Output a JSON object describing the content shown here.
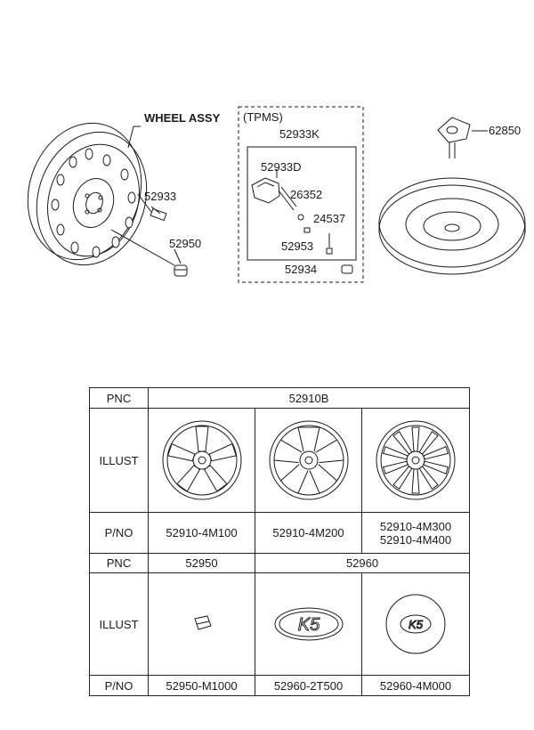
{
  "diagram": {
    "wheel_assy_label": "WHEEL ASSY",
    "tpms_label": "(TPMS)",
    "callouts": {
      "p52933K": "52933K",
      "p52933D": "52933D",
      "p26352": "26352",
      "p24537": "24537",
      "p52953": "52953",
      "p52934": "52934",
      "p52933": "52933",
      "p52950": "52950",
      "p62850": "62850"
    }
  },
  "table": {
    "row_labels": {
      "pnc": "PNC",
      "illust": "ILLUST",
      "pno": "P/NO"
    },
    "section1": {
      "pnc": "52910B",
      "part_numbers": [
        "52910-4M100",
        "52910-4M200",
        "52910-4M300",
        "52910-4M400"
      ]
    },
    "section2": {
      "pnc_a": "52950",
      "pnc_b": "52960",
      "part_numbers": [
        "52950-M1000",
        "52960-2T500",
        "52960-4M000"
      ],
      "emblem_a": "K5",
      "emblem_b": "K5"
    }
  }
}
